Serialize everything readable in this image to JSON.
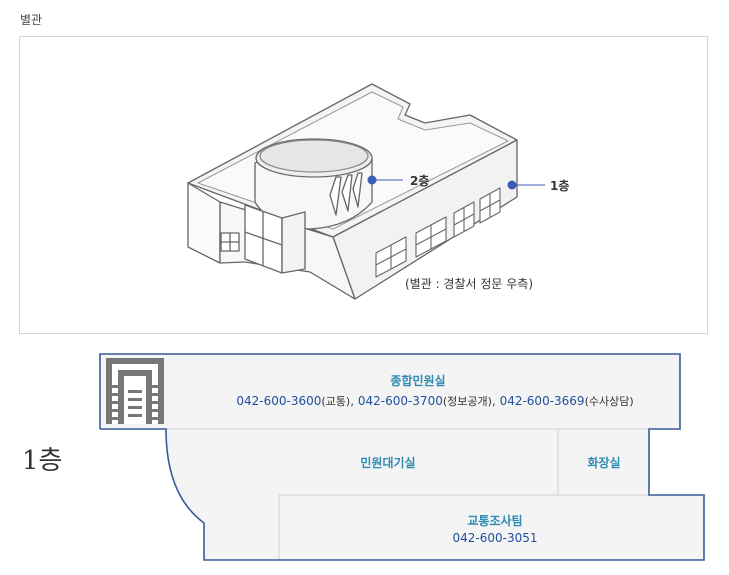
{
  "section_title": "별관",
  "building_labels": {
    "floor2": "2층",
    "floor1": "1층",
    "caption": "(별관 : 경찰서 정문 우측)"
  },
  "floor_plan": {
    "floor_label": "1층",
    "rooms": {
      "main_civil": {
        "name": "종합민원실",
        "phones": [
          {
            "number": "042-600-3600",
            "note": "(교통)"
          },
          {
            "number": "042-600-3700",
            "note": "(정보공개)"
          },
          {
            "number": "042-600-3669",
            "note": "(수사상담)"
          }
        ],
        "separator": ", "
      },
      "waiting": {
        "name": "민원대기실"
      },
      "restroom": {
        "name": "화장실"
      },
      "traffic": {
        "name": "교통조사팀",
        "phone": "042-600-3051"
      }
    }
  },
  "colors": {
    "room_name": "#2e8bb1",
    "phone": "#1e4f9c",
    "outline": "#3a5a9a",
    "marker": "#3d5cb5"
  }
}
